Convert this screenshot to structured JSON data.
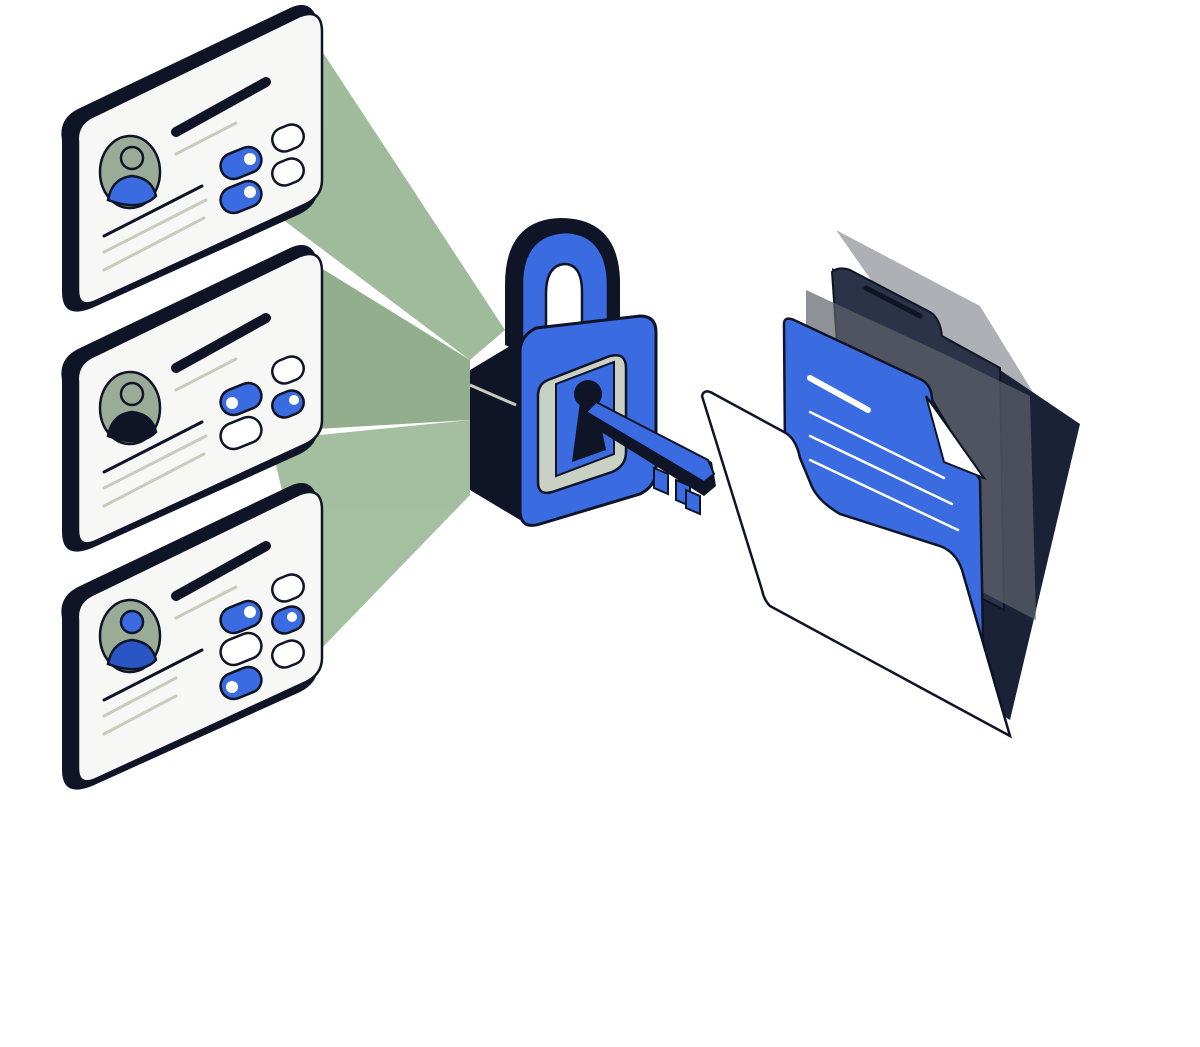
{
  "colors": {
    "ink": "#0f1426",
    "blue": "#3a6be0",
    "blue_dark": "#2a55c4",
    "paper": "#f7f7f5",
    "beam": "#8fb08a",
    "avatar": "#9aac97",
    "muted_line": "#c9cbbd"
  },
  "cards": [
    {
      "toggles": [
        "on",
        "off",
        "on",
        "off"
      ],
      "avatar_fill": "blue"
    },
    {
      "toggles": [
        "off",
        "on",
        "on",
        "off",
        "off"
      ],
      "avatar_fill": "ink"
    },
    {
      "toggles": [
        "on",
        "off",
        "on",
        "on",
        "off",
        "off",
        "on"
      ],
      "avatar_fill": "blue"
    }
  ],
  "icons": {
    "lock": "padlock-icon",
    "key": "key-icon",
    "folder": "folder-icon",
    "document": "document-icon",
    "avatar": "user-avatar-icon"
  }
}
